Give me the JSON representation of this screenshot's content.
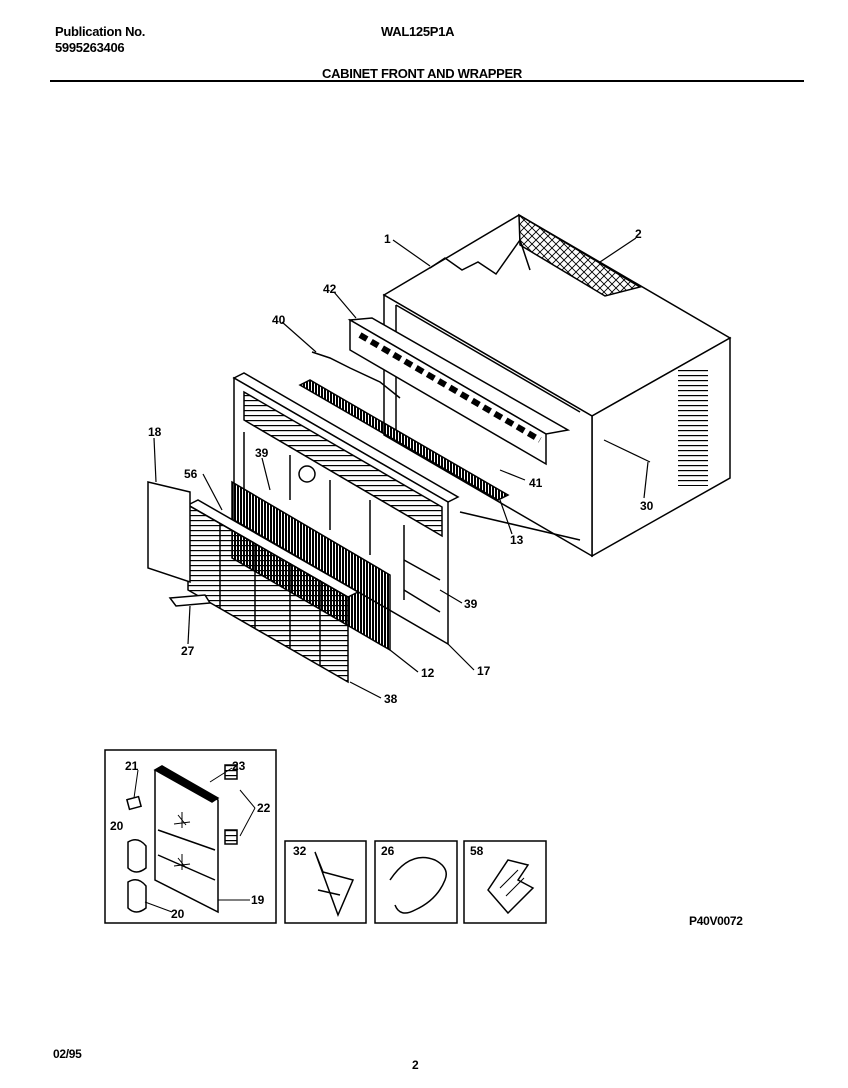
{
  "header": {
    "publication_label": "Publication No.",
    "publication_number": "5995263406",
    "model": "WAL125P1A",
    "section_title": "CABINET FRONT AND WRAPPER"
  },
  "callouts": {
    "c1": "1",
    "c2": "2",
    "c42": "42",
    "c40": "40",
    "c18": "18",
    "c56": "56",
    "c39a": "39",
    "c41": "41",
    "c30": "30",
    "c13": "13",
    "c39b": "39",
    "c27": "27",
    "c12": "12",
    "c17": "17",
    "c38": "38"
  },
  "inset": {
    "c21": "21",
    "c23": "23",
    "c22": "22",
    "c20a": "20",
    "c20b": "20",
    "c19": "19"
  },
  "detail_boxes": {
    "c32": "32",
    "c26": "26",
    "c58": "58"
  },
  "footer": {
    "drawing_code": "P40V0072",
    "date": "02/95",
    "page": "2"
  }
}
